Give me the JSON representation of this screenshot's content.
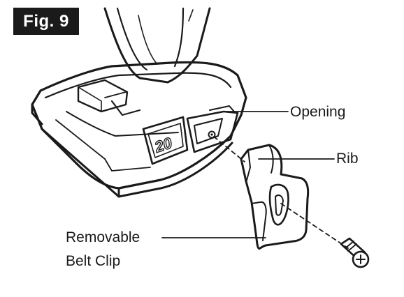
{
  "figure": {
    "label": "Fig. 9"
  },
  "callouts": {
    "opening": "Opening",
    "rib": "Rib",
    "removable": "Removable",
    "belt_clip": "Belt Clip"
  },
  "tool": {
    "voltage_mark": "20"
  },
  "colors": {
    "ink": "#1a1a1a",
    "badge_bg": "#1a1a1a",
    "badge_text": "#ffffff",
    "paper": "#ffffff"
  },
  "icons": [
    "drill-battery-base-illustration",
    "belt-clip-illustration",
    "screw-icon",
    "dashed-guide-line"
  ]
}
